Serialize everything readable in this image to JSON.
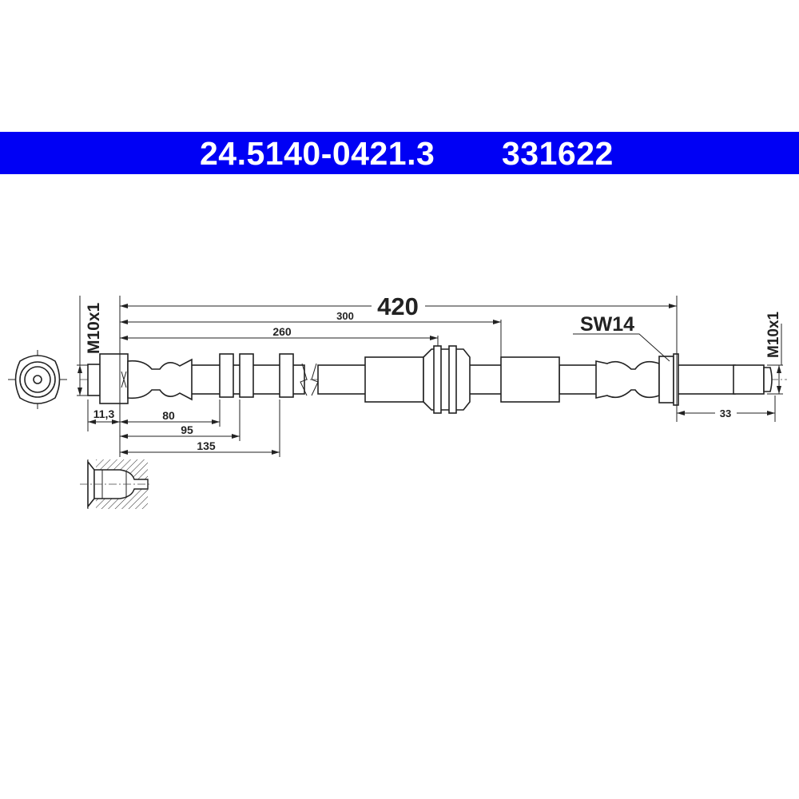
{
  "header": {
    "part_number": "24.5140-0421.3",
    "ref_number": "331622",
    "band_color": "#0000f5"
  },
  "drawing": {
    "total_length": "420",
    "dim_300": "300",
    "dim_260": "260",
    "dim_11_3": "11,3",
    "dim_80": "80",
    "dim_95": "95",
    "dim_135": "135",
    "dim_33": "33",
    "thread_left": "M10x1",
    "thread_right": "M10x1",
    "wrench_size": "SW14"
  }
}
